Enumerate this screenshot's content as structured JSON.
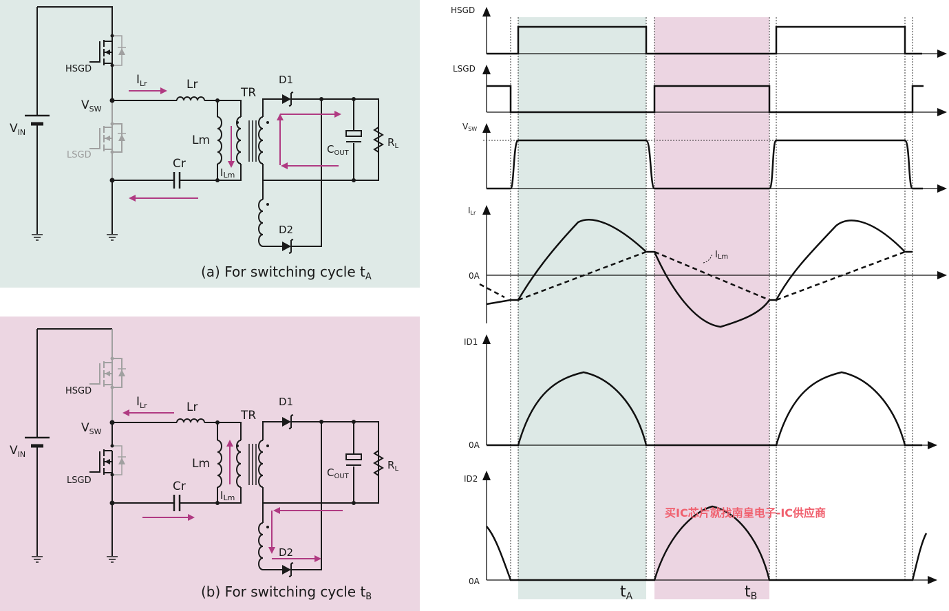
{
  "colors": {
    "panel_a_bg": "#dfeae7",
    "panel_b_bg": "#ecd6e2",
    "band_a": "#dde9e6",
    "band_b": "#ecd5e2",
    "arrow": "#b03a82",
    "wire": "#1a1a1a",
    "inactive": "#a0a0a0",
    "watermark": "#f0606e"
  },
  "circuit_a": {
    "caption_prefix": "(a) For switching cycle t",
    "caption_sub": "A",
    "labels": {
      "vin": "V",
      "vin_sub": "IN",
      "hsgd": "HSGD",
      "lsgd": "LSGD",
      "vsw": "V",
      "vsw_sub": "SW",
      "ilr": "I",
      "ilr_sub": "Lr",
      "lr": "Lr",
      "lm": "Lm",
      "ilm": "I",
      "ilm_sub": "Lm",
      "cr": "Cr",
      "tr": "TR",
      "d1": "D1",
      "d2": "D2",
      "cout": "C",
      "cout_sub": "OUT",
      "rl": "R",
      "rl_sub": "L"
    },
    "active_switch": "HSGD",
    "inactive_switch": "LSGD"
  },
  "circuit_b": {
    "caption_prefix": "(b) For switching cycle t",
    "caption_sub": "B",
    "labels": {
      "vin": "V",
      "vin_sub": "IN",
      "hsgd": "HSGD",
      "lsgd": "LSGD",
      "vsw": "V",
      "vsw_sub": "SW",
      "ilr": "I",
      "ilr_sub": "Lr",
      "lr": "Lr",
      "lm": "Lm",
      "ilm": "I",
      "ilm_sub": "Lm",
      "cr": "Cr",
      "tr": "TR",
      "d1": "D1",
      "d2": "D2",
      "cout": "C",
      "cout_sub": "OUT",
      "rl": "R",
      "rl_sub": "L"
    },
    "active_switch": "LSGD",
    "inactive_switch": "HSGD"
  },
  "waveforms": {
    "traces": [
      {
        "label": "HSGD",
        "label_sub": ""
      },
      {
        "label": "LSGD",
        "label_sub": ""
      },
      {
        "label": "V",
        "label_sub": "SW"
      },
      {
        "label": "I",
        "label_sub": "Lr",
        "zero_label": "0A",
        "annotation": "I",
        "annotation_sub": "Lm"
      },
      {
        "label": "ID1",
        "label_sub": "",
        "zero_label": "0A"
      },
      {
        "label": "ID2",
        "label_sub": "",
        "zero_label": "0A"
      }
    ],
    "period_labels": [
      {
        "text": "t",
        "sub": "A"
      },
      {
        "text": "t",
        "sub": "B"
      }
    ],
    "watermark": "买IC芯片就找南皇电子-IC供应商"
  }
}
